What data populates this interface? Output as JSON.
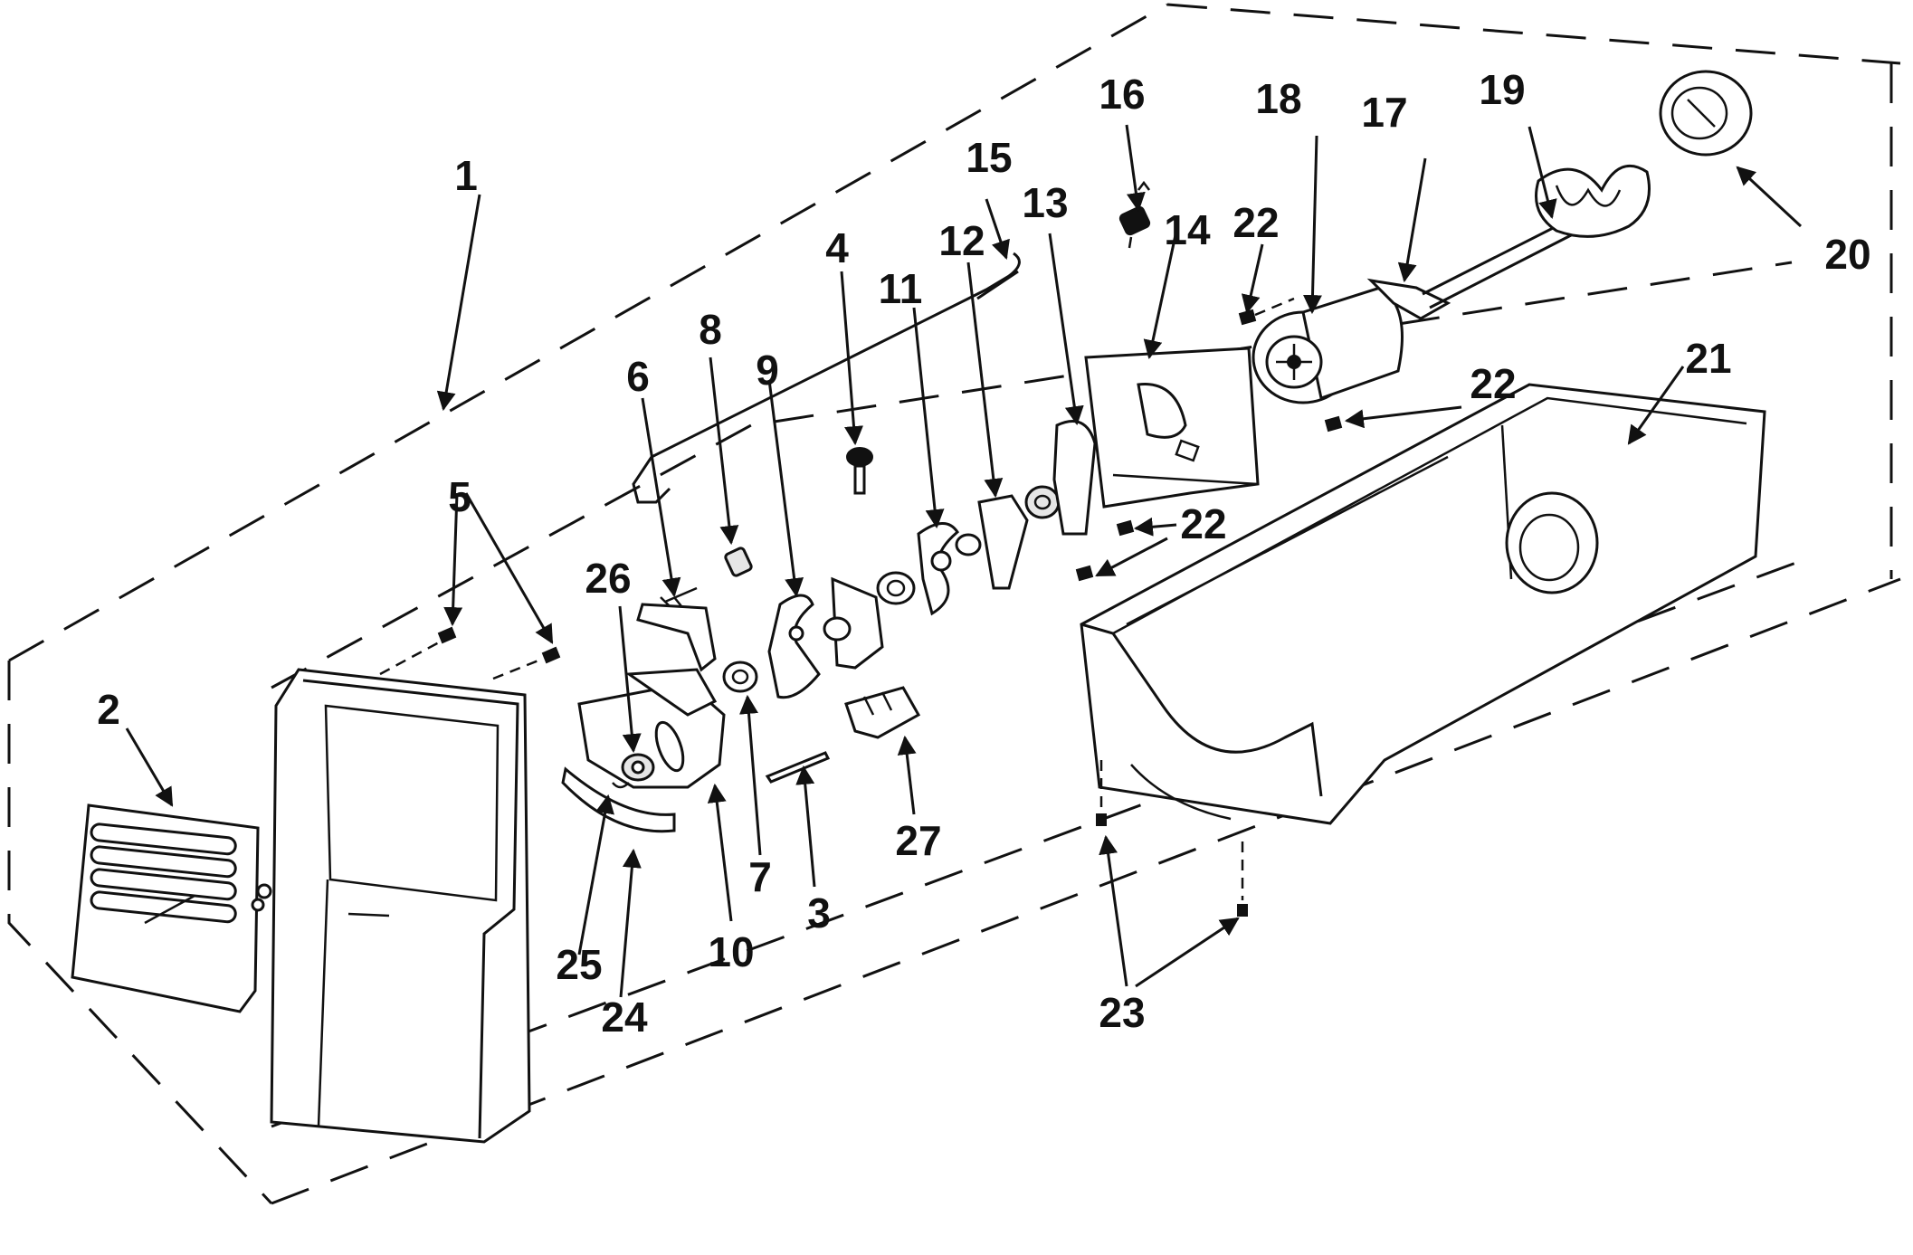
{
  "diagram": {
    "type": "exploded-parts-diagram",
    "callouts": [
      {
        "id": "1",
        "label": "1"
      },
      {
        "id": "2",
        "label": "2"
      },
      {
        "id": "3",
        "label": "3"
      },
      {
        "id": "4",
        "label": "4"
      },
      {
        "id": "5",
        "label": "5"
      },
      {
        "id": "6",
        "label": "6"
      },
      {
        "id": "7",
        "label": "7"
      },
      {
        "id": "8",
        "label": "8"
      },
      {
        "id": "9",
        "label": "9"
      },
      {
        "id": "10",
        "label": "10"
      },
      {
        "id": "11",
        "label": "11"
      },
      {
        "id": "12",
        "label": "12"
      },
      {
        "id": "13",
        "label": "13"
      },
      {
        "id": "14",
        "label": "14"
      },
      {
        "id": "15",
        "label": "15"
      },
      {
        "id": "16",
        "label": "16"
      },
      {
        "id": "17",
        "label": "17"
      },
      {
        "id": "18",
        "label": "18"
      },
      {
        "id": "19",
        "label": "19"
      },
      {
        "id": "20",
        "label": "20"
      },
      {
        "id": "21",
        "label": "21"
      },
      {
        "id": "22a",
        "label": "22"
      },
      {
        "id": "22b",
        "label": "22"
      },
      {
        "id": "22c",
        "label": "22"
      },
      {
        "id": "23",
        "label": "23"
      },
      {
        "id": "24",
        "label": "24"
      },
      {
        "id": "25",
        "label": "25"
      },
      {
        "id": "26",
        "label": "26"
      },
      {
        "id": "27",
        "label": "27"
      }
    ]
  }
}
